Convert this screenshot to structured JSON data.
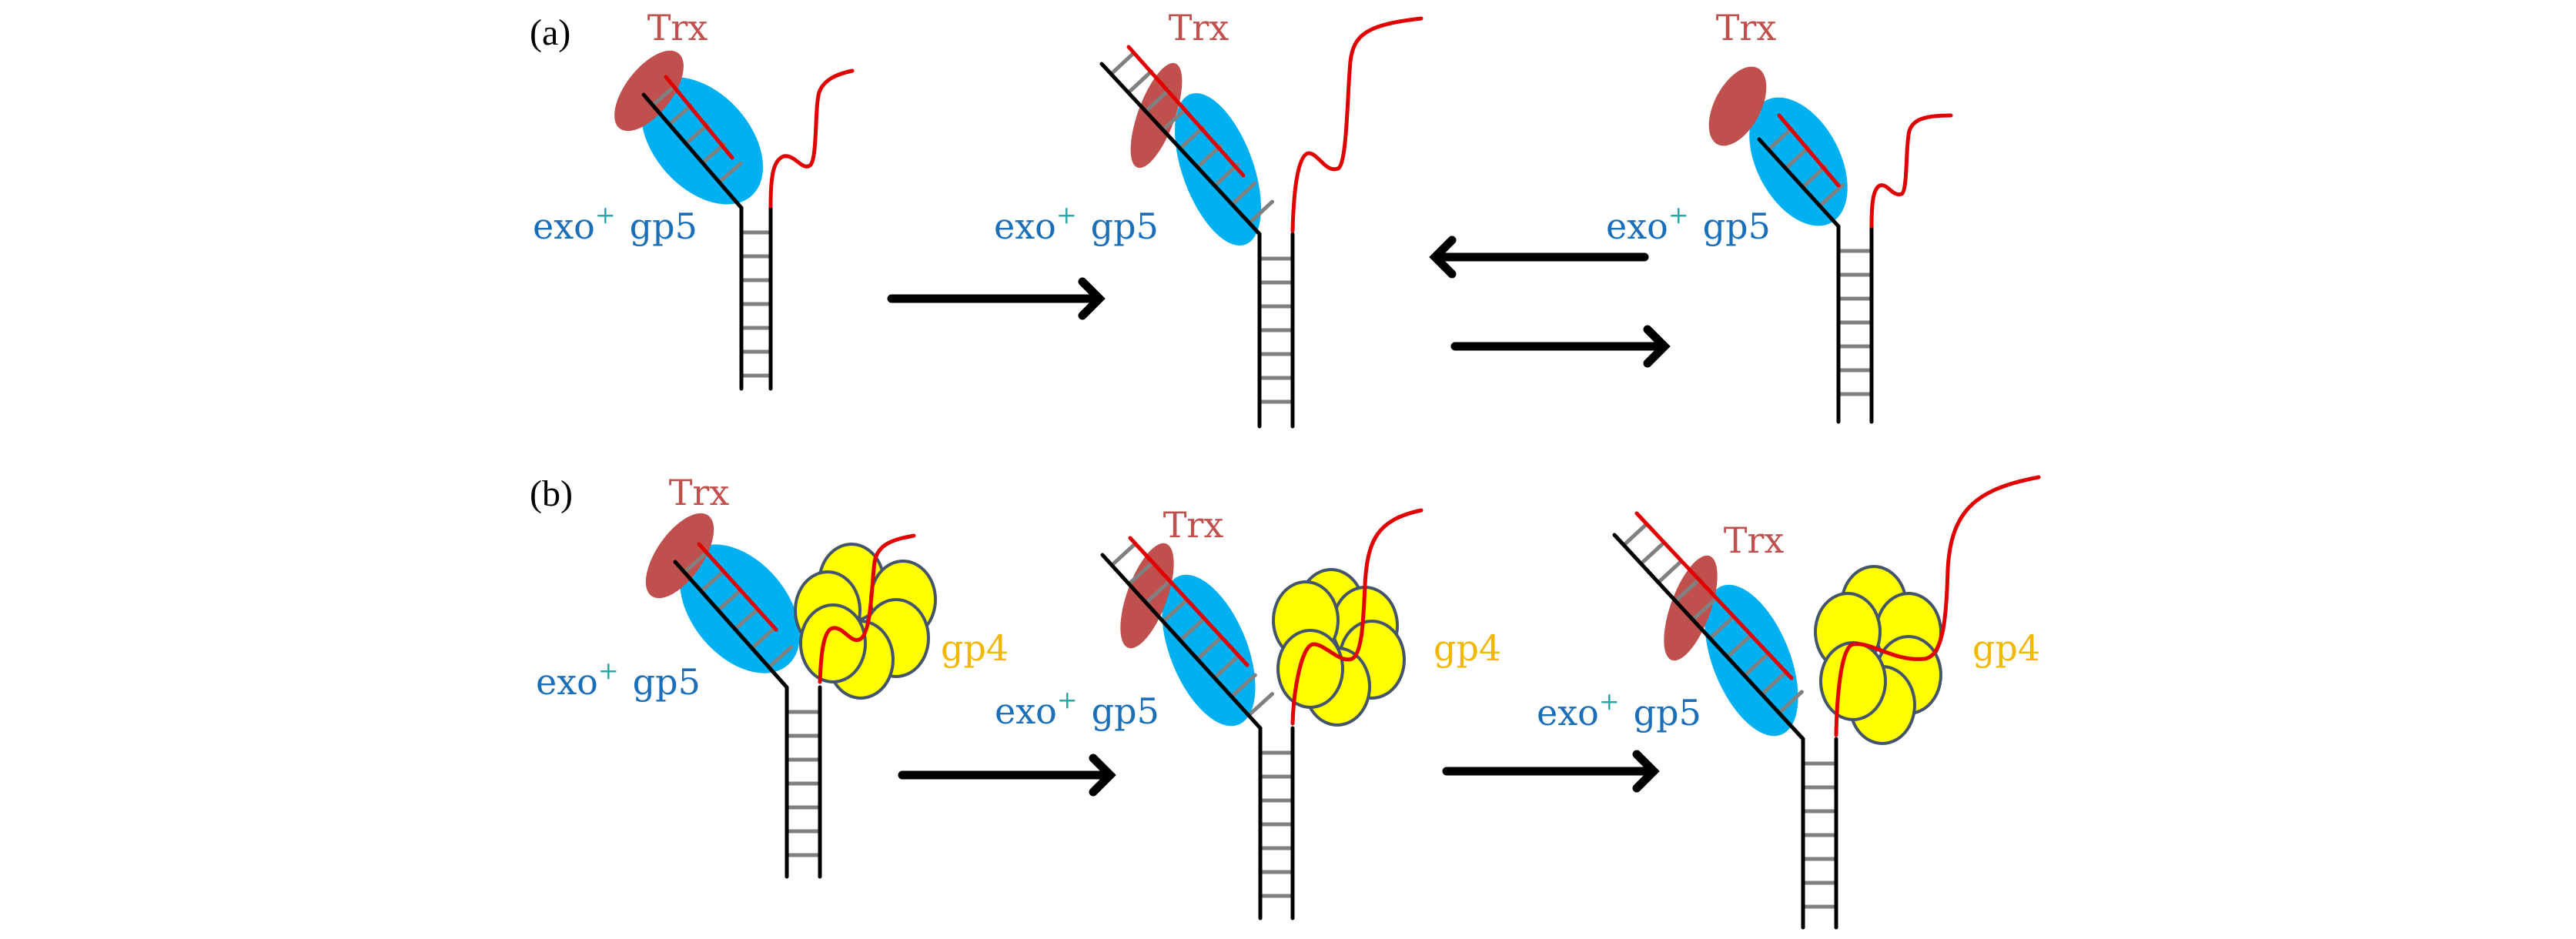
{
  "panels": [
    {
      "label": "(a)",
      "complexes": [
        {
          "trx": "Trx",
          "exo": "exo",
          "sup": "+",
          "gp5": "gp5"
        },
        {
          "trx": "Trx",
          "exo": "exo",
          "sup": "+",
          "gp5": "gp5"
        },
        {
          "trx": "Trx",
          "exo": "exo",
          "sup": "+",
          "gp5": "gp5"
        }
      ],
      "arrows": [
        "right",
        "left",
        "right"
      ]
    },
    {
      "label": "(b)",
      "complexes": [
        {
          "trx": "Trx",
          "exo": "exo",
          "sup": "+",
          "gp5": "gp5",
          "gp4": "gp4"
        },
        {
          "trx": "Trx",
          "exo": "exo",
          "sup": "+",
          "gp5": "gp5",
          "gp4": "gp4"
        },
        {
          "trx": "Trx",
          "exo": "exo",
          "sup": "+",
          "gp5": "gp5",
          "gp4": "gp4"
        }
      ],
      "arrows": [
        "right",
        "right"
      ]
    }
  ],
  "colors": {
    "trx": "#c0504d",
    "gp5": "#00b0f0",
    "gp5_label": "#1a6fb8",
    "sup": "#2aa6a6",
    "gp4": "#ffff00",
    "gp4_outline": "#44546a",
    "gp4_label": "#f2b800",
    "nascent_strand": "#e00000",
    "template_strand": "#000000",
    "base_pair": "#808080"
  }
}
